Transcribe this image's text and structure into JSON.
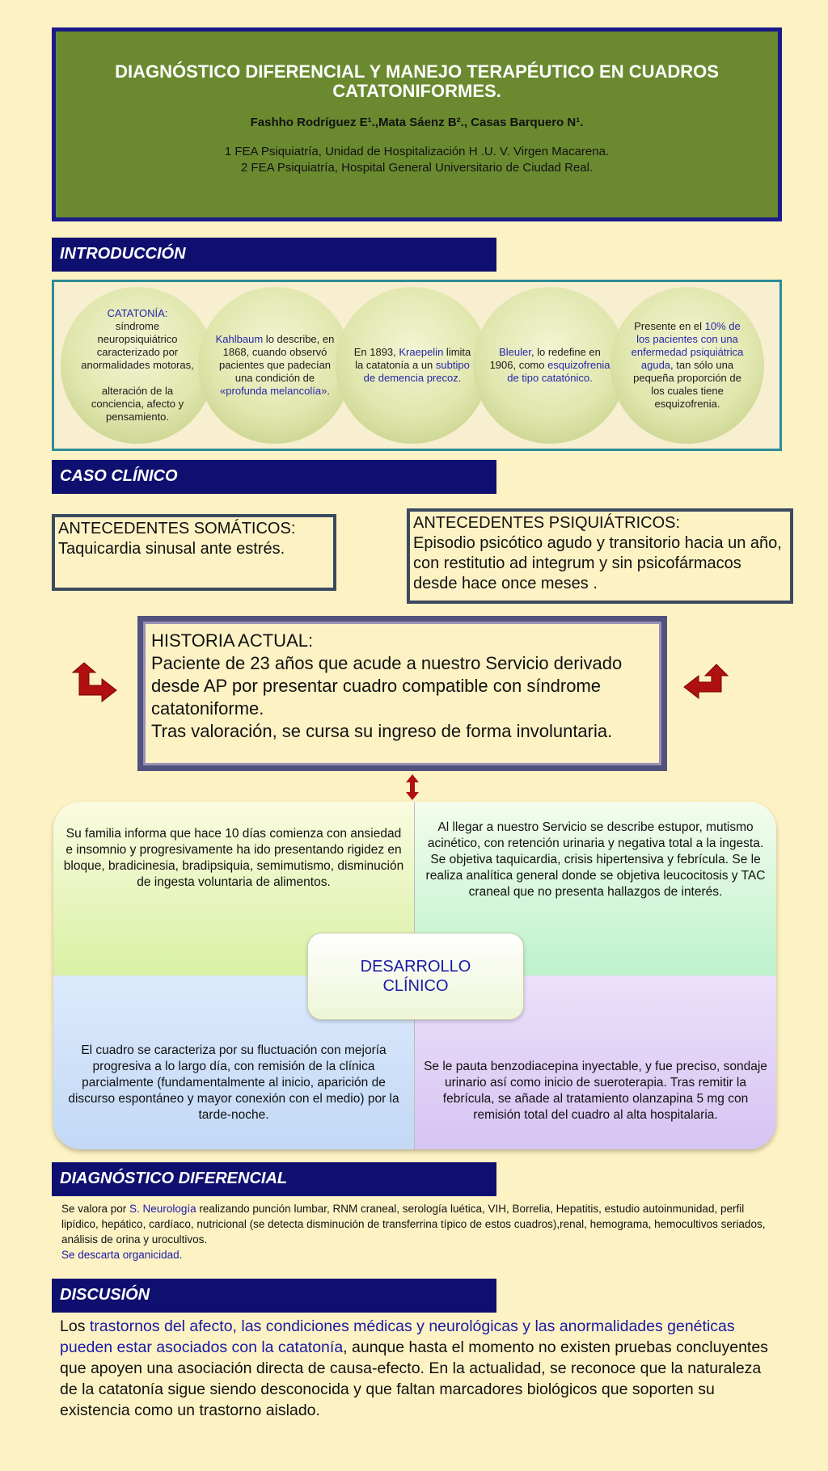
{
  "header": {
    "title": "DIAGNÓSTICO DIFERENCIAL Y MANEJO TERAPÉUTICO EN CUADROS CATATONIFORMES.",
    "authors": "Fashho Rodríguez E¹.,Mata Sáenz B²., Casas Barquero N¹.",
    "affiliation_1": "1 FEA Psiquiatría, Unidad de Hospitalización H .U. V. Virgen Macarena.",
    "affiliation_2": "2 FEA Psiquiatría, Hospital General Universitario de Ciudad Real."
  },
  "sections": {
    "introduccion": "INTRODUCCIÓN",
    "caso": "CASO CLÍNICO",
    "diagnostico": "DIAGNÓSTICO DIFERENCIAL",
    "discusion": "DISCUSIÓN"
  },
  "intro_circles": [
    {
      "highlight": "CATATONÍA:",
      "text": "síndrome neuropsiquiátrico caracterizado por anormalidades motoras,",
      "text2": "alteración  de la conciencia, afecto y pensamiento."
    },
    {
      "highlight": "Kahlbaum",
      "text": " lo describe, en 1868, cuando observó pacientes que padecían una condición de ",
      "highlight2": "«profunda melancolía»",
      "end": "."
    },
    {
      "text": "En 1893, ",
      "highlight": "Kraepelin",
      "text2": " limita la catatonía a un ",
      "highlight2": "subtipo de demencia precoz."
    },
    {
      "highlight": "Bleuler",
      "text": ", lo redefine en 1906, como ",
      "highlight2": "esquizofrenia de tipo catatónico."
    },
    {
      "text": "Presente en el ",
      "highlight": "10% de los pacientes con una enfermedad psiquiátrica aguda",
      "text2": ", tan sólo una pequeña proporción de los cuales tiene esquizofrenia."
    }
  ],
  "antecedentes_somaticos": {
    "title": "ANTECEDENTES SOMÁTICOS:",
    "text": "Taquicardia sinusal ante estrés."
  },
  "antecedentes_psiquiatricos": {
    "title": "ANTECEDENTES PSIQUIÁTRICOS:",
    "text": "Episodio psicótico agudo y transitorio hacia un año, con restitutio ad integrum y sin psicofármacos desde hace once meses ."
  },
  "historia_actual": {
    "title": "HISTORIA ACTUAL:",
    "text1": "Paciente de 23 años que acude a nuestro Servicio derivado desde AP por presentar cuadro compatible con síndrome catatoniforme.",
    "text2": "Tras valoración, se cursa su ingreso de forma involuntaria."
  },
  "desarrollo": {
    "center": "DESARROLLO CLÍNICO",
    "q1": "Su familia informa que hace 10 días comienza con ansiedad e insomnio y  progresivamente ha ido presentando rigidez en bloque, bradicinesia, bradipsiquia, semimutismo, disminución de ingesta voluntaria de alimentos.",
    "q2": "Al llegar a nuestro Servicio se describe estupor, mutismo acinético, con retención urinaria y negativa total a la ingesta. Se objetiva taquicardia, crisis hipertensiva y febrícula. Se le realiza analítica general donde se objetiva leucocitosis y TAC craneal que no presenta hallazgos de interés.",
    "q3": "El cuadro se caracteriza por su fluctuación con mejoría progresiva a lo largo día, con remisión de la clínica parcialmente (fundamentalmente al inicio, aparición de discurso espontáneo y mayor conexión con el medio) por la tarde-noche.",
    "q4": "Se le pauta benzodiacepina inyectable, y fue preciso, sondaje urinario así como inicio de sueroterapia. Tras remitir la febrícula, se añade al tratamiento olanzapina 5 mg con remisión total del cuadro al alta hospitalaria."
  },
  "diagnostico_diferencial": {
    "pre": "Se valora por ",
    "highlight": "S. Neurología",
    "text": " realizando punción lumbar, RNM craneal, serología luética, VIH, Borrelia, Hepatitis, estudio autoinmunidad, perfil lipídico, hepático, cardíaco, nutricional (se detecta disminución de transferrina típico de estos cuadros),renal, hemograma, hemocultivos seriados, análisis de orina y urocultivos.",
    "conclusion": "Se descarta organicidad."
  },
  "discusion": {
    "pre": "Los ",
    "highlight": "trastornos del afecto, las condiciones médicas y neurológicas y las anormalidades genéticas pueden estar asociados con la catatonía",
    "text": ", aunque hasta el momento no existen pruebas concluyentes que apoyen una asociación directa de causa-efecto. En la actualidad, se reconoce que la naturaleza de la catatonía sigue siendo desconocida y que faltan marcadores biológicos que soporten su existencia como un trastorno aislado."
  },
  "colors": {
    "header_bg": "#6b8a30",
    "section_bar": "#0f0f70",
    "highlight": "#1a1aa8",
    "arrows": "#b01010",
    "page_bg": "#fdf2c4"
  },
  "icons": [
    "arrow-turn-right-down-icon",
    "arrow-turn-left-up-icon",
    "double-vertical-arrow-icon"
  ]
}
